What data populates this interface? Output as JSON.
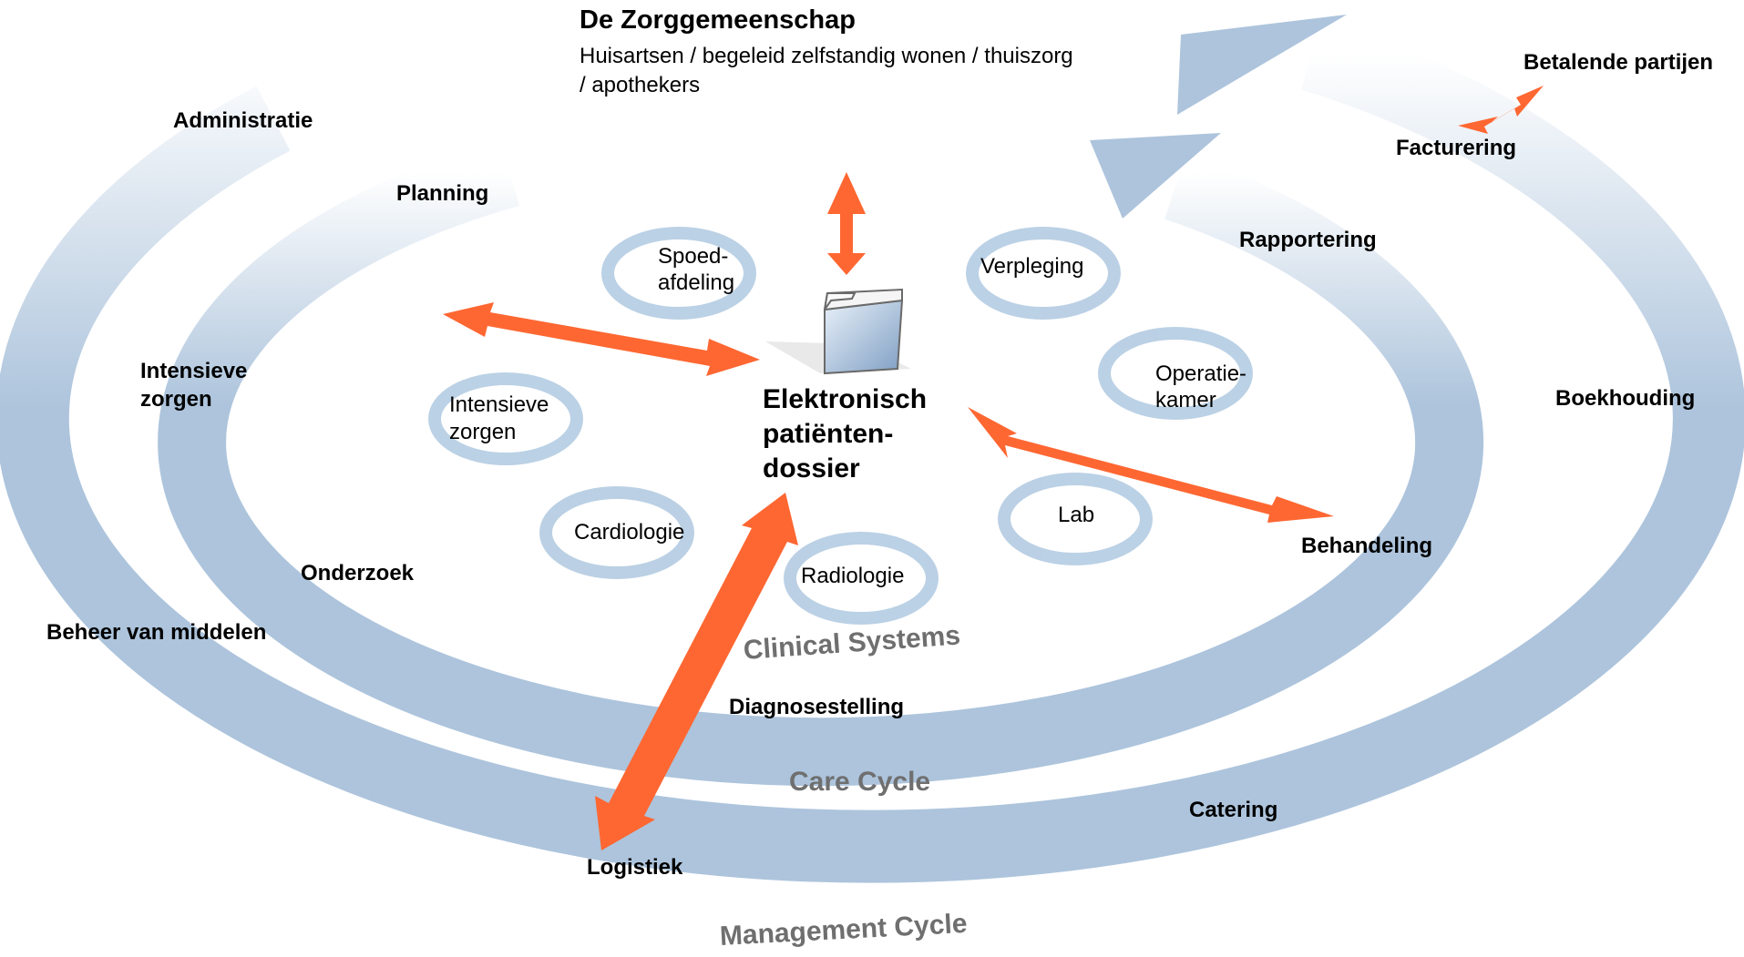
{
  "header": {
    "title": "De Zorggemeenschap",
    "subtitle_line1": "Huisartsen / begeleid zelfstandig wonen / thuiszorg",
    "subtitle_line2": "/ apothekers"
  },
  "center": {
    "line1": "Elektronisch",
    "line2": "patiënten-",
    "line3": "dossier"
  },
  "clinical_systems": {
    "title": "Clinical Systems",
    "nodes": {
      "spoedafdeling_1": "Spoed-",
      "spoedafdeling_2": "afdeling",
      "verpleging": "Verpleging",
      "operatiekamer_1": "Operatie-",
      "operatiekamer_2": "kamer",
      "intensieve_1": "Intensieve",
      "intensieve_2": "zorgen",
      "lab": "Lab",
      "cardiologie": "Cardiologie",
      "radiologie": "Radiologie"
    }
  },
  "care_cycle": {
    "title": "Care Cycle",
    "labels": {
      "planning": "Planning",
      "intensieve_1": "Intensieve",
      "intensieve_2": "zorgen",
      "onderzoek": "Onderzoek",
      "diagnosestelling": "Diagnosestelling",
      "behandeling": "Behandeling",
      "rapportering": "Rapportering"
    }
  },
  "management_cycle": {
    "title": "Management Cycle",
    "labels": {
      "administratie": "Administratie",
      "beheer": "Beheer van middelen",
      "logistiek": "Logistiek",
      "catering": "Catering",
      "boekhouding": "Boekhouding",
      "facturering": "Facturering"
    }
  },
  "external": {
    "betalende_partijen": "Betalende partijen"
  },
  "colors": {
    "ring": "#adc4dc",
    "arrow": "#fe6732",
    "mini_cycle": "#b4cce2"
  }
}
